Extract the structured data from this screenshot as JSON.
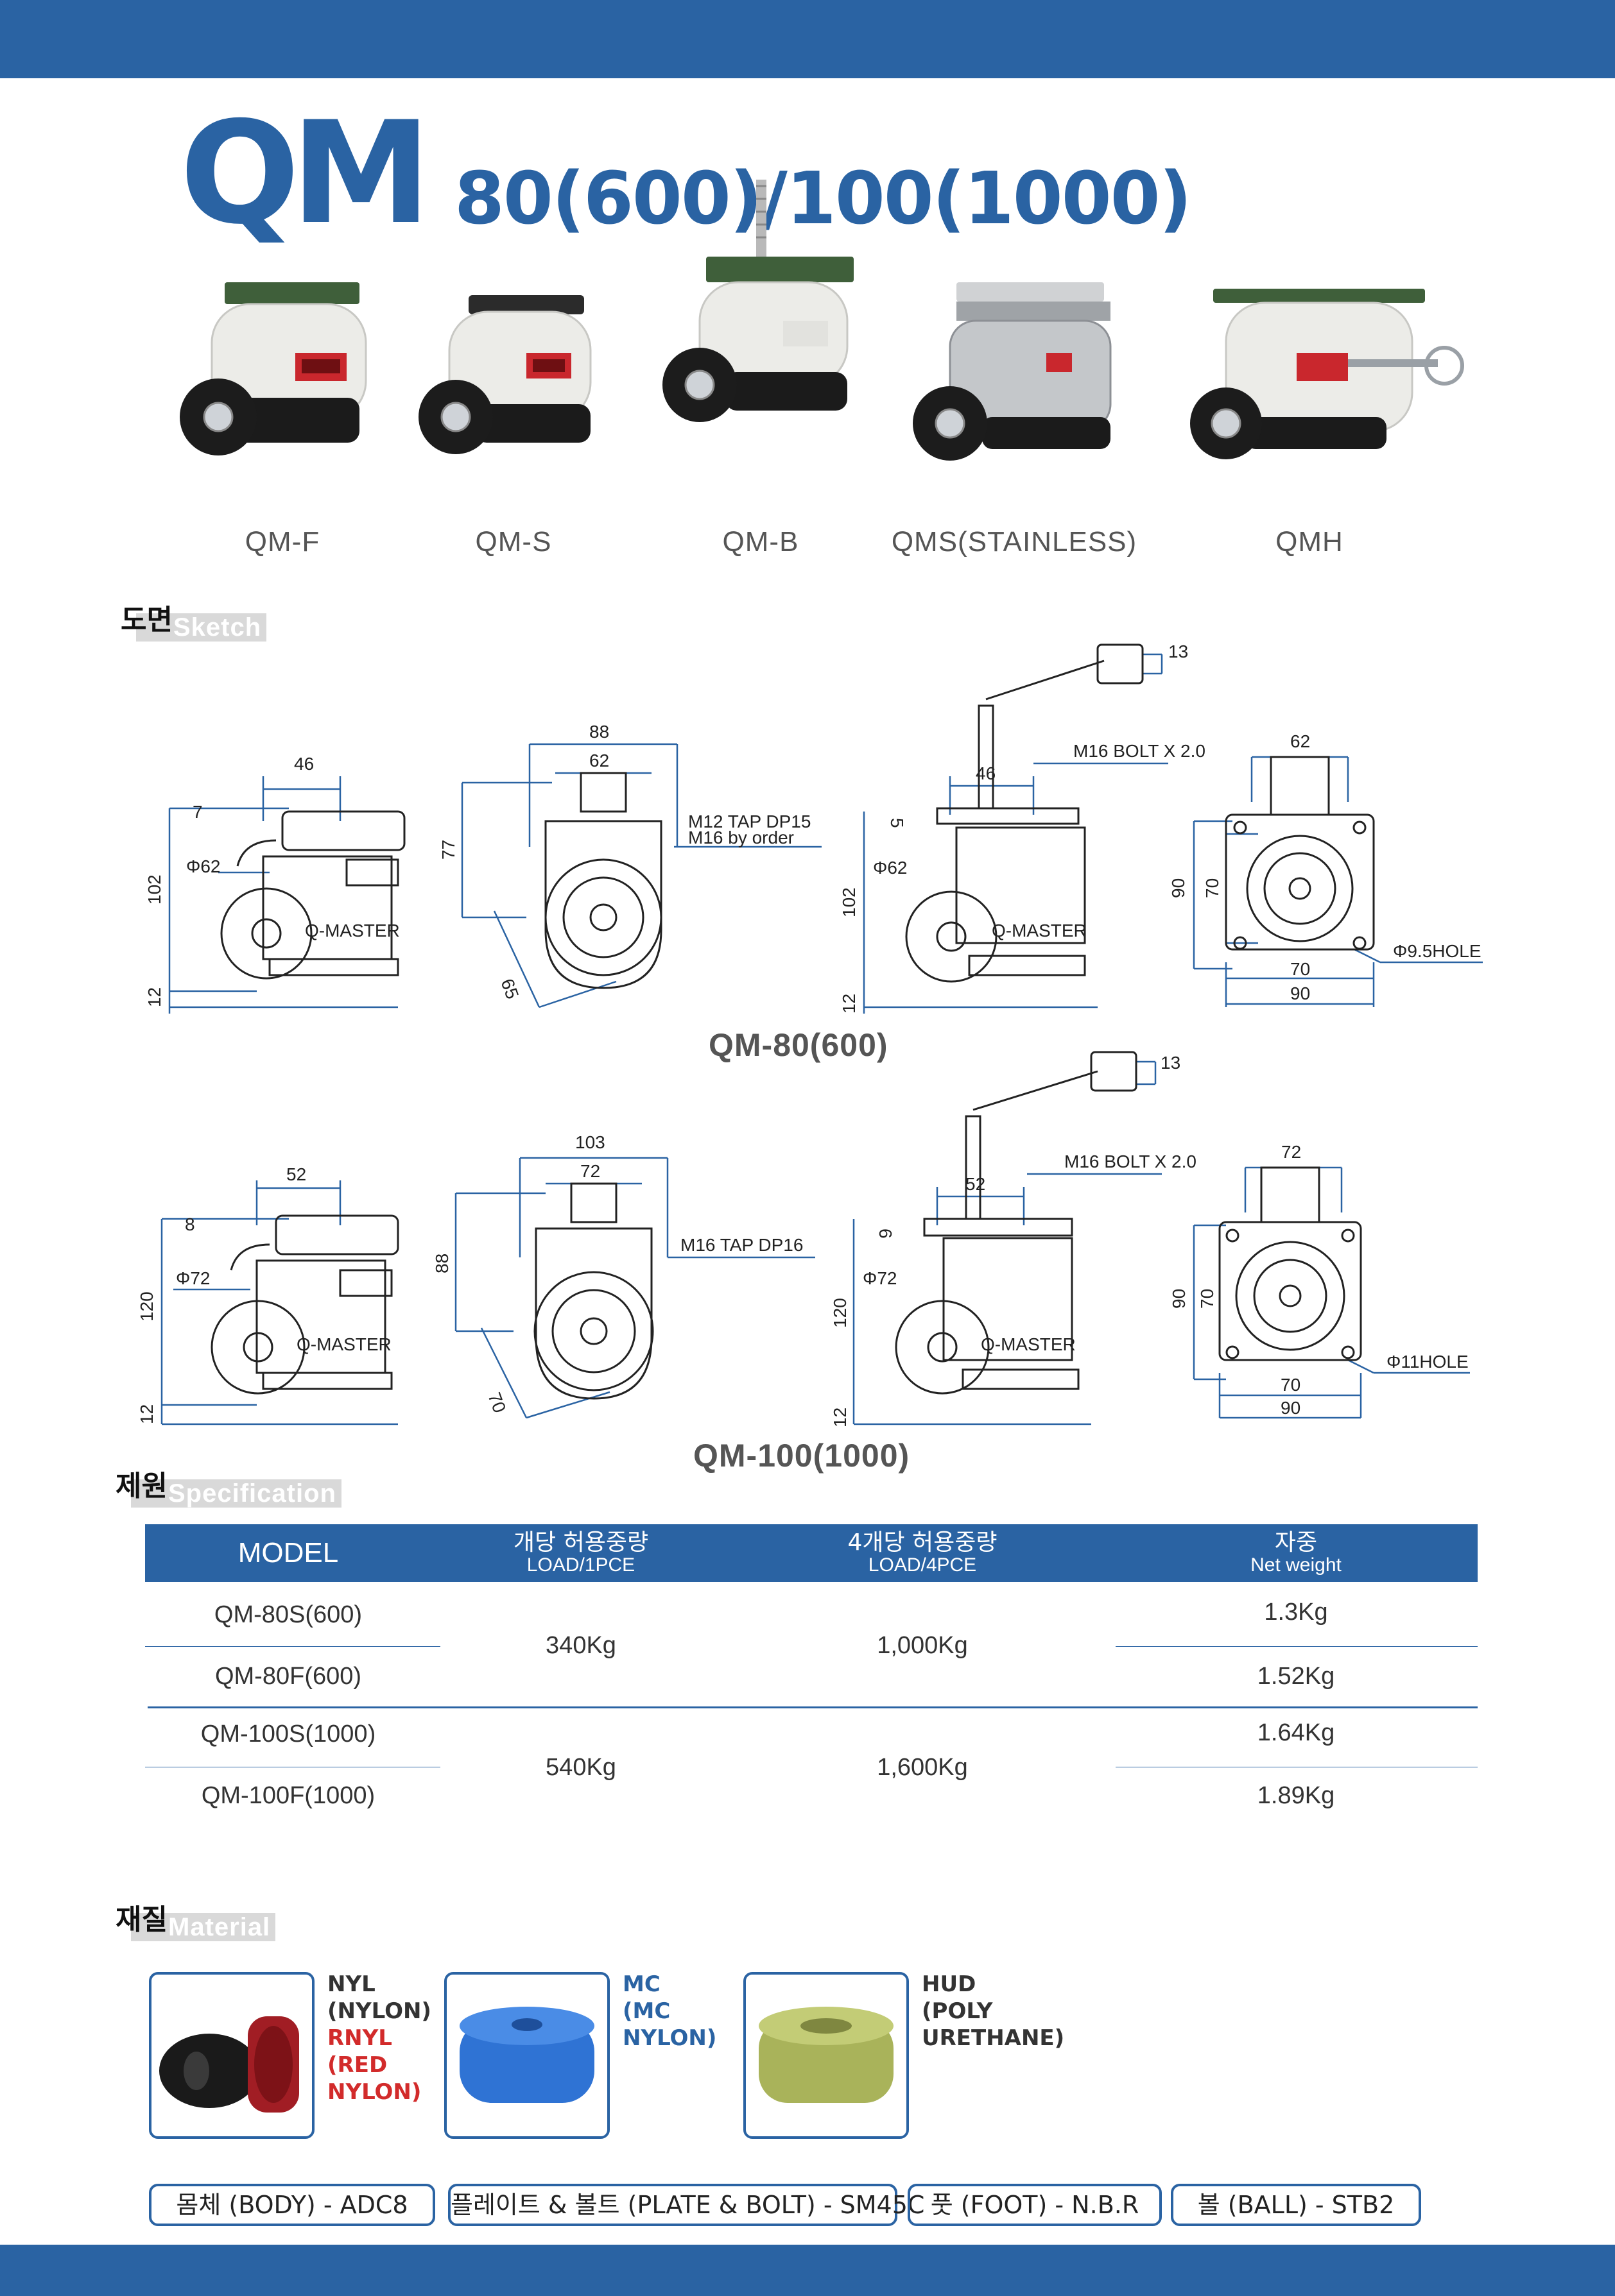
{
  "header": {
    "title_main": "QM",
    "title_sub": "80(600)/100(1000)"
  },
  "products": [
    {
      "name": "QM-F"
    },
    {
      "name": "QM-S"
    },
    {
      "name": "QM-B"
    },
    {
      "name": "QMS(STAINLESS)"
    },
    {
      "name": "QMH"
    }
  ],
  "sections": {
    "sketch": {
      "ko": "도면",
      "en": "Sketch"
    },
    "spec": {
      "ko": "제원",
      "en": "Specification"
    },
    "material": {
      "ko": "재질",
      "en": "Material"
    }
  },
  "drawings": {
    "qm80": {
      "caption": "QM-80(600)",
      "side": {
        "top_width": "46",
        "top_height": "7",
        "wheel_dia": "Φ62",
        "height": "102",
        "base": "12",
        "brand": "Q-MASTER"
      },
      "front": {
        "outer": "88",
        "inner": "62",
        "height": "77",
        "diag": "65",
        "note1": "M12 TAP DP15",
        "note2": "M16 by order"
      },
      "bolt": {
        "hex": "13",
        "bolt": "M16 BOLT X 2.0",
        "top_width": "46",
        "top_height": "5",
        "wheel_dia": "Φ62",
        "height": "102",
        "base": "12",
        "brand": "Q-MASTER"
      },
      "plate": {
        "top": "62",
        "outer_h": "90",
        "inner_h": "70",
        "inner_w": "70",
        "outer_w": "90",
        "hole": "Φ9.5HOLE"
      }
    },
    "qm100": {
      "caption": "QM-100(1000)",
      "side": {
        "top_width": "52",
        "top_height": "8",
        "wheel_dia": "Φ72",
        "height": "120",
        "base": "12",
        "brand": "Q-MASTER"
      },
      "front": {
        "outer": "103",
        "inner": "72",
        "height": "88",
        "diag": "70",
        "note1": "M16 TAP DP16"
      },
      "bolt": {
        "hex": "13",
        "bolt": "M16 BOLT X 2.0",
        "top_width": "52",
        "top_height": "6",
        "wheel_dia": "Φ72",
        "height": "120",
        "base": "12",
        "brand": "Q-MASTER"
      },
      "plate": {
        "top": "72",
        "outer_h": "90",
        "inner_h": "70",
        "inner_w": "70",
        "outer_w": "90",
        "hole": "Φ11HOLE"
      }
    }
  },
  "spec_table": {
    "headers": {
      "model": "MODEL",
      "load1_ko": "개당 허용중량",
      "load1_en": "LOAD/1PCE",
      "load4_ko": "4개당 허용중량",
      "load4_en": "LOAD/4PCE",
      "weight_ko": "자중",
      "weight_en": "Net weight"
    },
    "groups": [
      {
        "load1": "340Kg",
        "load4": "1,000Kg",
        "rows": [
          {
            "model": "QM-80S(600)",
            "weight": "1.3Kg"
          },
          {
            "model": "QM-80F(600)",
            "weight": "1.52Kg"
          }
        ]
      },
      {
        "load1": "540Kg",
        "load4": "1,600Kg",
        "rows": [
          {
            "model": "QM-100S(1000)",
            "weight": "1.64Kg"
          },
          {
            "model": "QM-100F(1000)",
            "weight": "1.89Kg"
          }
        ]
      }
    ]
  },
  "materials": {
    "nyl": {
      "line1": "NYL",
      "line2": "(NYLON)",
      "line3": "RNYL",
      "line4": "(RED",
      "line5": "NYLON)"
    },
    "mc": {
      "line1": "MC",
      "line2": "(MC",
      "line3": "NYLON)"
    },
    "hud": {
      "line1": "HUD",
      "line2": "(POLY",
      "line3": "URETHANE)"
    }
  },
  "components": [
    "몸체 (BODY) - ADC8",
    "플레이트 & 볼트 (PLATE & BOLT) - SM45C",
    "풋 (FOOT) - N.B.R",
    "볼 (BALL) - STB2"
  ],
  "colors": {
    "brand": "#2a63a3",
    "red": "#d22b2b",
    "gray_label": "#d9d9d9"
  }
}
